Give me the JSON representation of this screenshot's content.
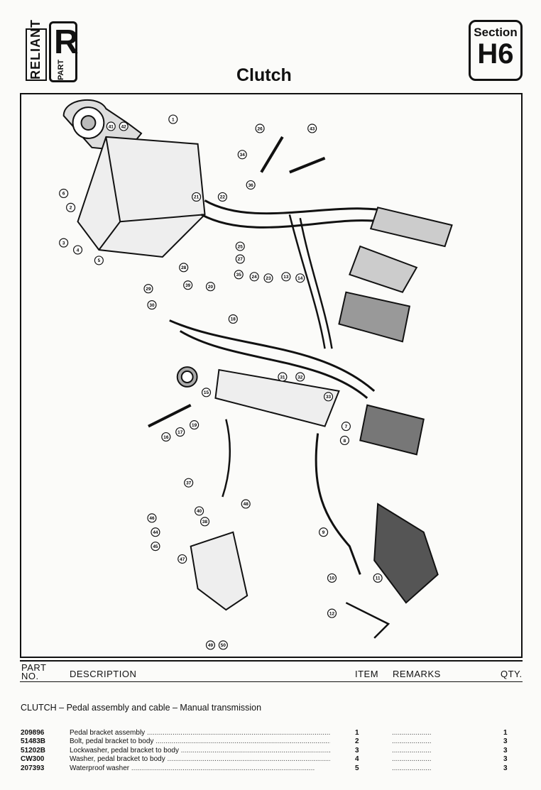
{
  "brand": {
    "name": "RELIANT",
    "letter": "R",
    "sub": "PART"
  },
  "title": "Clutch",
  "section": {
    "label": "Section",
    "code": "H6"
  },
  "table_header": {
    "part_no": "PART NO.",
    "description": "DESCRIPTION",
    "item": "ITEM",
    "remarks": "REMARKS",
    "qty": "QTY."
  },
  "group_heading": "CLUTCH – Pedal assembly and cable – Manual transmission",
  "parts": [
    {
      "part_no": "209896",
      "description": "Pedal bracket assembly",
      "item": "1",
      "remarks": "....................",
      "qty": "1"
    },
    {
      "part_no": "51483B",
      "description": "Bolt, pedal bracket to body",
      "item": "2",
      "remarks": "....................",
      "qty": "3"
    },
    {
      "part_no": "51202B",
      "description": "Lockwasher, pedal bracket to body",
      "item": "3",
      "remarks": "....................",
      "qty": "3"
    },
    {
      "part_no": "CW300",
      "description": "Washer, pedal bracket to body",
      "item": "4",
      "remarks": "....................",
      "qty": "3"
    },
    {
      "part_no": "207393",
      "description": "Waterproof washer",
      "item": "5",
      "remarks": "....................",
      "qty": "3"
    }
  ],
  "diagram_callouts": [
    "1",
    "2",
    "3",
    "4",
    "5",
    "6",
    "7",
    "8",
    "9",
    "10",
    "11",
    "12",
    "13",
    "14",
    "15",
    "16",
    "17",
    "18",
    "19",
    "20",
    "21",
    "22",
    "23",
    "24",
    "25",
    "26",
    "27",
    "28",
    "29",
    "30",
    "31",
    "32",
    "33",
    "34",
    "35",
    "36",
    "37",
    "38",
    "39",
    "40",
    "41",
    "42",
    "43",
    "44",
    "45",
    "46",
    "47",
    "48",
    "49",
    "50"
  ]
}
